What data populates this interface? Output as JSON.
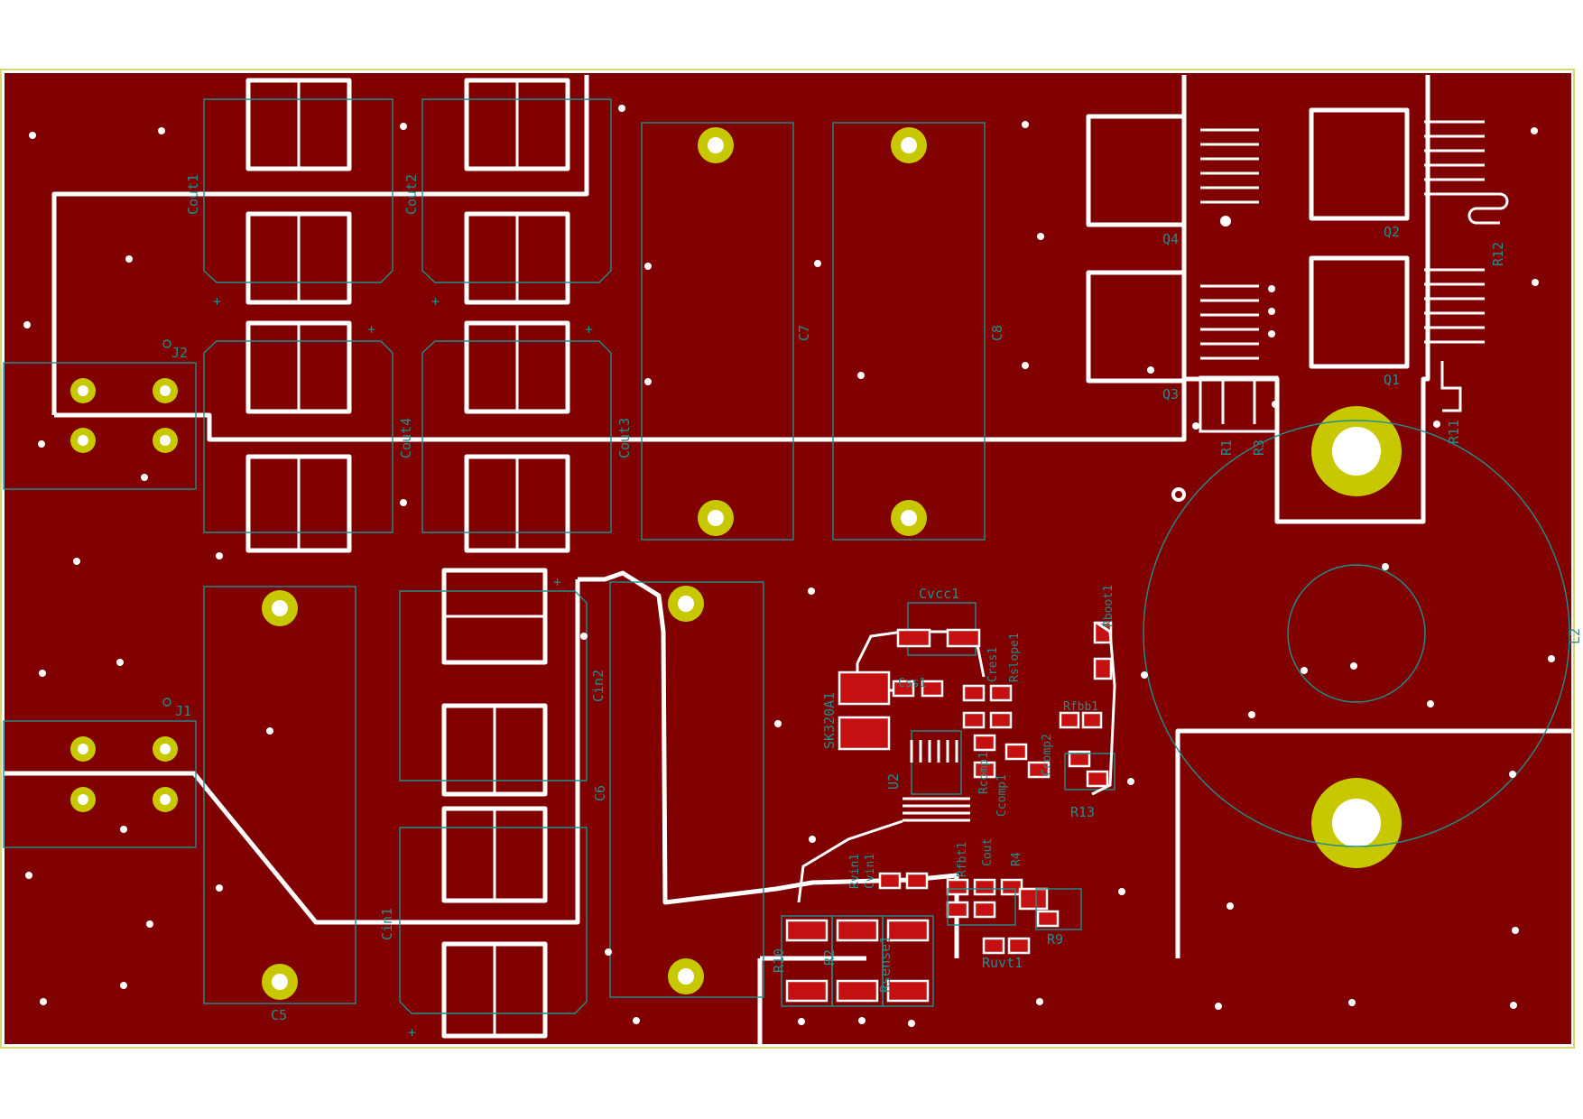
{
  "board": {
    "copper_color": "#800000",
    "edge_color": "#d8d870",
    "silk_color": "#1e8f8f",
    "pth_color": "#c8c800",
    "clearance_color": "#ffffff"
  },
  "labels": {
    "cout1": "Cout1",
    "cout2": "Cout2",
    "cout3": "Cout3",
    "cout4": "Cout4",
    "c5": "C5",
    "c6": "C6",
    "c7": "C7",
    "c8": "C8",
    "cin1": "Cin1",
    "cin2": "Cin2",
    "j1": "J1",
    "j2": "J2",
    "l2": "L2",
    "q1": "Q1",
    "q2": "Q2",
    "q3": "Q3",
    "q4": "Q4",
    "r1": "R1",
    "r2": "R2",
    "r3": "R3",
    "r4": "R4",
    "r9": "R9",
    "r10": "R10",
    "r11": "R11",
    "r12": "R12",
    "r13": "R13",
    "u2": "U2",
    "sk320a1": "SK320A1",
    "cvcc1": "Cvcc1",
    "css1": "Css1",
    "cres1": "Cres1",
    "rslope1": "Rslope1",
    "rboot1": "Rboot1",
    "rfbb1": "Rfbb1",
    "ccomp2": "Ccomp2",
    "rcomp1": "Rcomp1",
    "ccomp1": "Ccomp1",
    "rvin1": "Rvin1",
    "cvin1": "Cvin1",
    "rfbt1": "Rfbt1",
    "cout_small": "Cout",
    "rsense1": "Rsense1",
    "ruvt1": "Ruvt1"
  }
}
